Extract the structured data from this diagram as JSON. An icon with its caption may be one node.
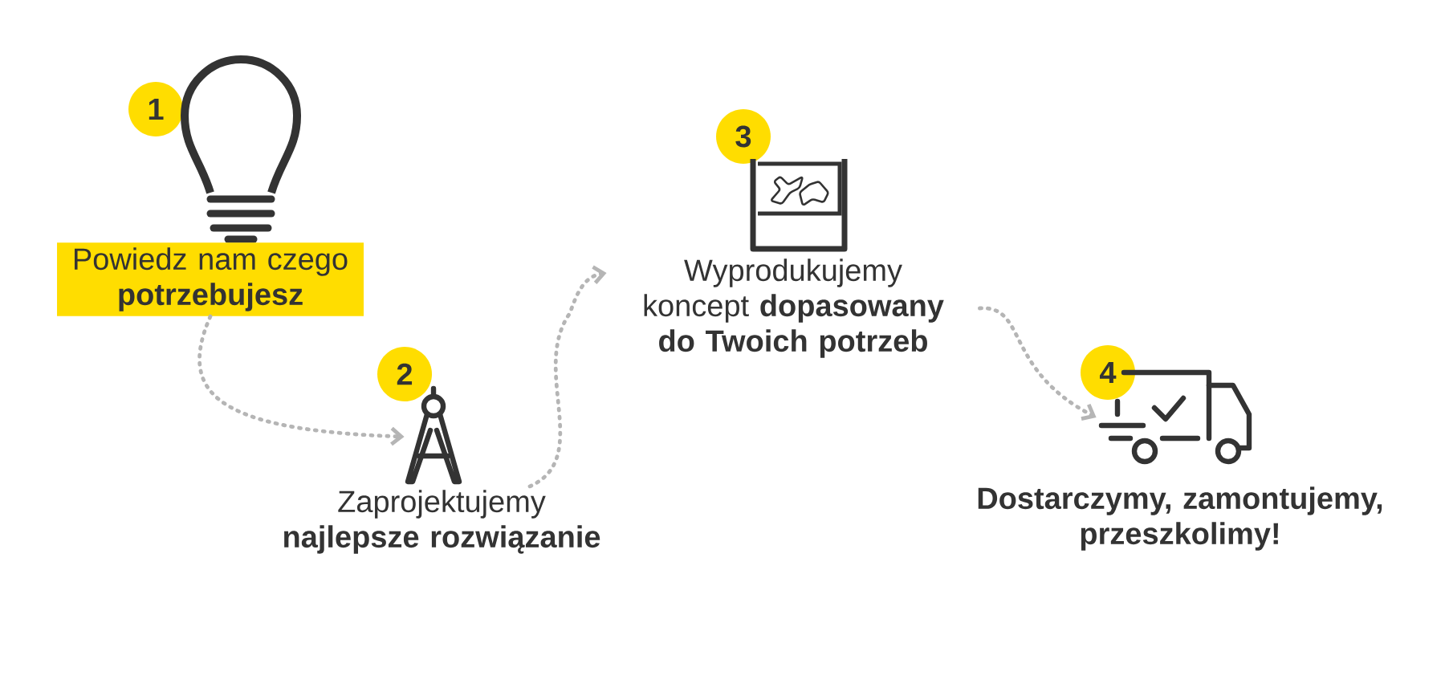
{
  "diagram": {
    "nodes": [
      {
        "text": [
          "1"
        ]
      },
      {
        "text": [],
        "shape": "picture"
      },
      {
        "text": [
          "Powiedz nam czego **potrzebujesz**"
        ]
      },
      {
        "text": [
          "2"
        ]
      },
      {
        "text": [],
        "shape": "picture"
      },
      {
        "text": [
          "Zaprojektujemy **najlepsze rozwiązanie**"
        ]
      },
      {
        "text": [
          "3"
        ]
      },
      {
        "text": [],
        "shape": "picture"
      },
      {
        "text": [
          "Wyprodukujemy koncept **dopasowany do Twoich potrzeb**"
        ]
      },
      {
        "text": [
          "4"
        ]
      },
      {
        "text": [],
        "shape": "picture"
      },
      {
        "text": [
          "Dostarczymy, zamontujemy, przeszkolimy!"
        ]
      }
    ],
    "edges": [
      {
        "from": 2,
        "to": 4,
        "arrow": "to",
        "style": "dashed"
      },
      {
        "from": 5,
        "to": 8,
        "arrow": "to",
        "style": "dashed"
      },
      {
        "from": 8,
        "to": 10,
        "arrow": "to",
        "style": "dashed"
      }
    ]
  }
}
